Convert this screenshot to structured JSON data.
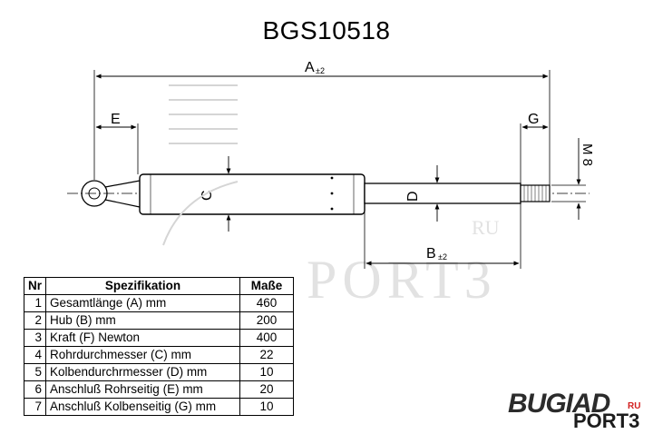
{
  "title": "BGS10518",
  "dimension_labels": {
    "a": "A",
    "a_tol": "±2",
    "b": "B",
    "b_tol": "±2",
    "c": "C",
    "d": "D",
    "e": "E",
    "g": "G",
    "m": "M 8"
  },
  "table": {
    "headers": {
      "nr": "Nr",
      "spec": "Spezifikation",
      "val": "Maße"
    },
    "rows": [
      {
        "nr": "1",
        "spec": "Gesamtlänge (A) mm",
        "val": "460"
      },
      {
        "nr": "2",
        "spec": "Hub (B)  mm",
        "val": "200"
      },
      {
        "nr": "3",
        "spec": "Kraft (F) Newton",
        "val": "400"
      },
      {
        "nr": "4",
        "spec": "Rohrdurchmesser (C) mm",
        "val": "22"
      },
      {
        "nr": "5",
        "spec": "Kolbendurchrmesser (D) mm",
        "val": "10"
      },
      {
        "nr": "6",
        "spec": "Anschluß Rohrseitig (E) mm",
        "val": "20"
      },
      {
        "nr": "7",
        "spec": "Anschluß Kolbenseitig (G) mm",
        "val": "10"
      }
    ]
  },
  "watermark": {
    "text": "PORT3",
    "suffix": "RU"
  },
  "logo": {
    "brand": "BUGIAD",
    "sub": "PORT3",
    "ru": "RU"
  }
}
